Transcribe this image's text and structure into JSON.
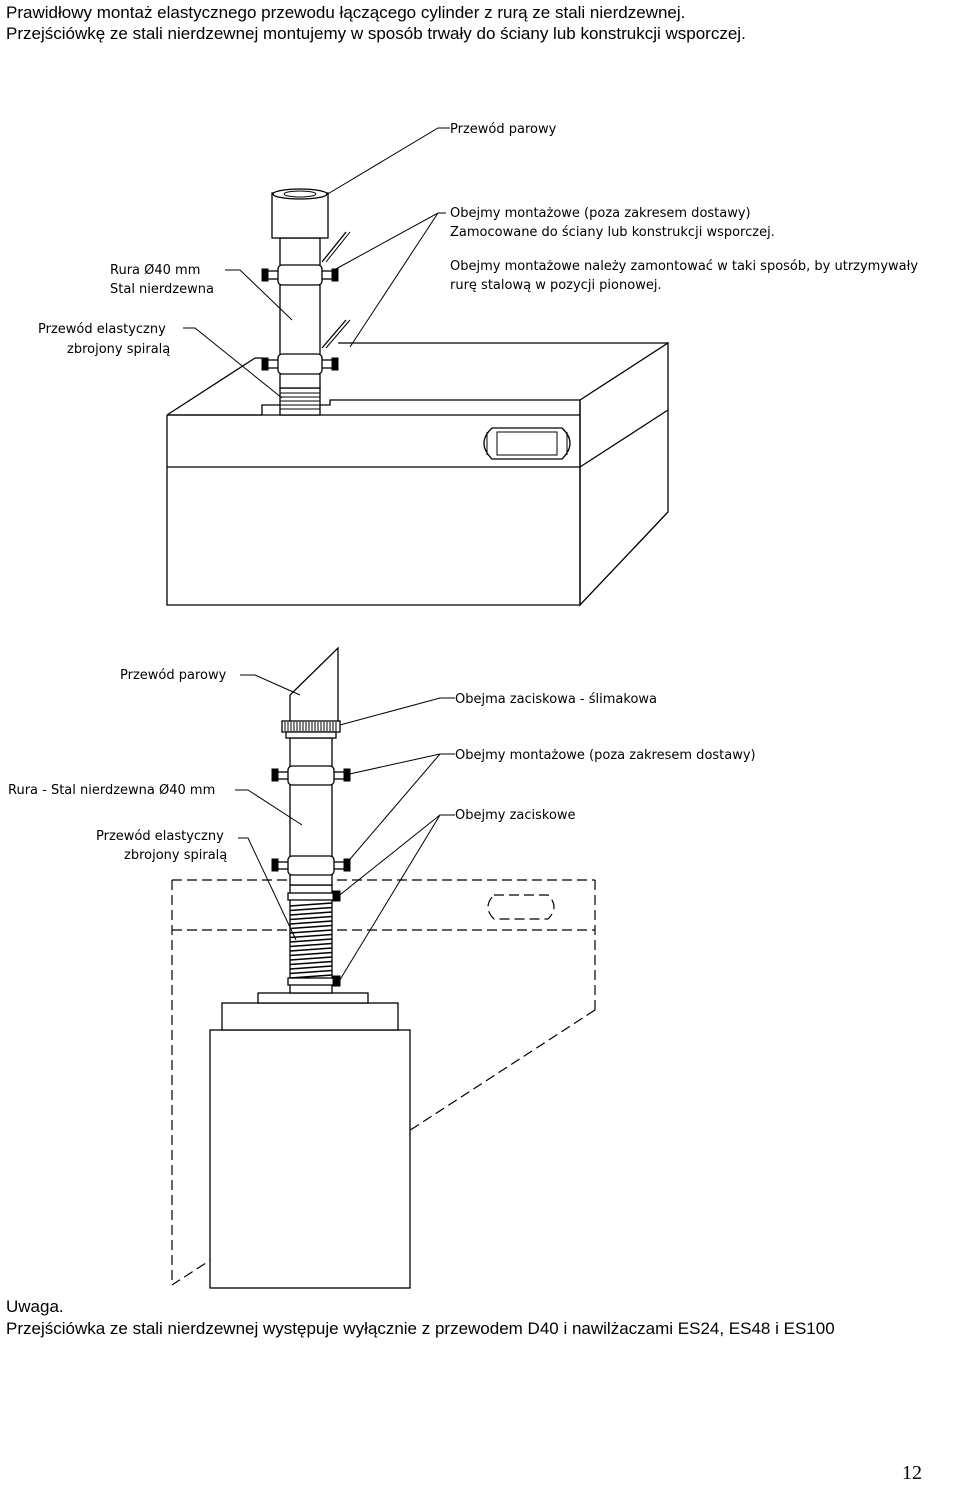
{
  "intro": {
    "line1": "Prawidłowy montaż elastycznego przewodu łączącego cylinder z rurą ze stali nierdzewnej.",
    "line2": "Przejściówkę ze stali nierdzewnej montujemy w sposób trwały do ściany lub konstrukcji wsporczej."
  },
  "diagram1": {
    "label_steam_hose": "Przewód parowy",
    "label_clamps_line1": "Obejmy montażowe (poza zakresem dostawy)",
    "label_clamps_line2": "Zamocowane do ściany lub konstrukcji wsporczej.",
    "label_pipe_line1": "Rura     Ø40 mm",
    "label_pipe_line2": "Stal nierdzewna",
    "label_install_line1": "Obejmy montażowe należy zamontować w taki sposób, by utrzymywały",
    "label_install_line2": "rurę stalową w pozycji pionowej.",
    "label_flex_line1": "Przewód elastyczny",
    "label_flex_line2": "zbrojony spiralą"
  },
  "diagram2": {
    "label_steam_hose": "Przewód parowy",
    "label_worm_clamp": "Obejma zaciskowa - ślimakowa",
    "label_mount_clamps": "Obejmy montażowe (poza zakresem dostawy)",
    "label_pipe": "Rura - Stal nierdzewna Ø40 mm",
    "label_clamp_rings": "Obejmy zaciskowe",
    "label_flex_line1": "Przewód elastyczny",
    "label_flex_line2": "zbrojony spiralą"
  },
  "note": {
    "heading": "Uwaga.",
    "text": "Przejściówka ze stali nierdzewnej występuje wyłącznie z przewodem D40 i nawilżaczami ES24, ES48 i ES100"
  },
  "page_number": "12"
}
